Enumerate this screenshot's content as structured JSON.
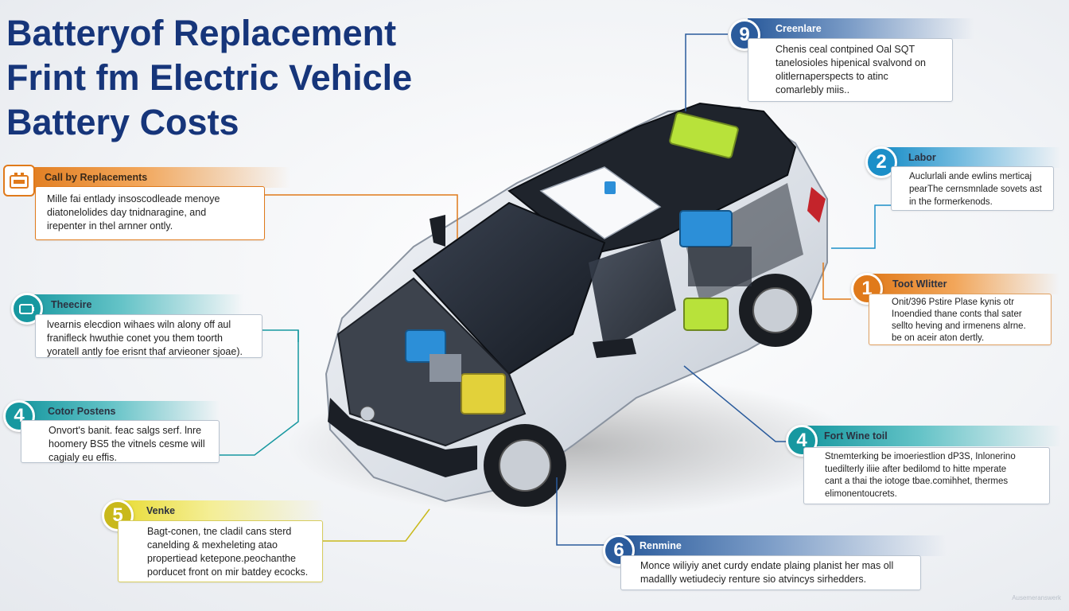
{
  "title": {
    "lines": [
      "Batteryof Replacement",
      "Frint fm Electric Vehicle",
      "Battery Costs"
    ]
  },
  "colors": {
    "title": "#16357a",
    "orange": "#e07a1b",
    "teal": "#1798a0",
    "navy": "#2a5b9c",
    "yellow": "#c9b91c",
    "blue": "#1c8fc8",
    "battery_green": "#b8e23a",
    "battery_blue": "#2c8fd8",
    "battery_yellow": "#e2d13a"
  },
  "callouts": {
    "replacements": {
      "heading": "Call by Replacements",
      "icon": "battery-box-icon",
      "lines": [
        "Mille fai entlady insoscodleade menoye",
        "diatonelolides day tnidnaragine, and",
        "irepenter in thel arnner ontly."
      ]
    },
    "theecire": {
      "heading": "Theecire",
      "icon": "battery-cell-icon",
      "lines": [
        "lvearnis elecdion wihaes wiln alony off aul",
        "franifleck hwuthie conet you them toorth",
        "yoratell antly foe erisnt thaf arvieoner sjoae)."
      ]
    },
    "cotor": {
      "heading": "Cotor Postens",
      "badge": "4",
      "lines": [
        "Onvort's banit. feac salgs serf. lnre",
        "hoomery BS5 the vitnels cesme will",
        "cagialy eu effis."
      ]
    },
    "venke": {
      "heading": "Venke",
      "badge": "5",
      "lines": [
        "Bagt-conen, tne cladil cans sterd",
        "canelding & mexheleting atao",
        "propertiead ketepone.peochanthe",
        "porducet front on mir batdey ecocks."
      ]
    },
    "creenlare": {
      "heading": "Creenlare",
      "badge": "9",
      "lines": [
        "Chenis ceal contpined Oal SQT",
        "tanelosioles hipenical svalvond on",
        "olitlernaperspects to atinc",
        "comarlebly miis.."
      ]
    },
    "labor": {
      "heading": "Labor",
      "badge": "2",
      "lines": [
        "Auclurlali ande ewlins merticaj",
        "pearThe cernsmnlade sovets ast",
        "in the formerkenods."
      ]
    },
    "toot": {
      "heading": "Toot Wlitter",
      "badge": "1",
      "lines": [
        "Onit/396 Pstire Plase kynis otr",
        "Inoendied thane conts thal sater",
        "sellto heving and irmenens alrne.",
        "be on aceir aton dertly."
      ]
    },
    "fort": {
      "heading": "Fort Wine toil",
      "badge": "4",
      "lines": [
        "Stnemterking be imoeriestlion dP3S, Inlonerino",
        "tuedilterly iliie after bedilomd to hitte mperate",
        "cant a thai the iotoge tbae.comihhet, thermes",
        "elimonentoucrets."
      ]
    },
    "renmine": {
      "heading": "Renmine",
      "badge": "6",
      "lines": [
        "Monce wiliyiy anet curdy endate plaing planist her mas oll",
        "madallly wetiudeciy renture sio atvincys sirhedders."
      ]
    }
  },
  "watermark": "Ausemeranswerk"
}
